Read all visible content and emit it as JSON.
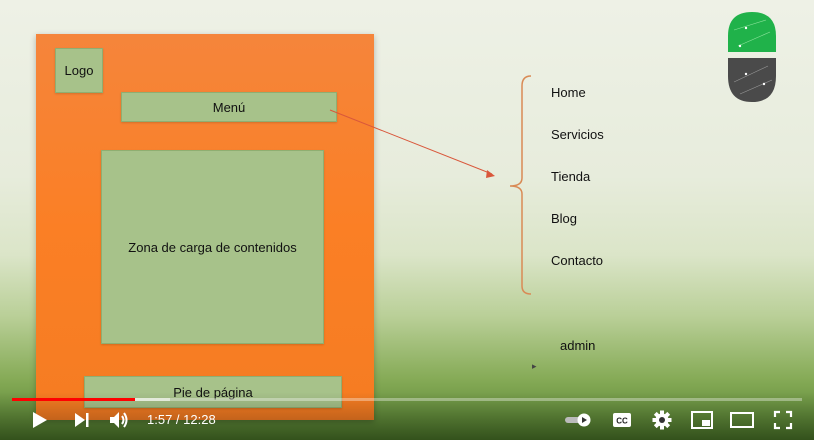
{
  "slide": {
    "logo_label": "Logo",
    "menu_label": "Menú",
    "content_label": "Zona de carga de contenidos",
    "footer_label": "Pie de página",
    "menu_items": [
      "Home",
      "Servicios",
      "Tienda",
      "Blog",
      "Contacto"
    ],
    "admin_label": "admin"
  },
  "player": {
    "current_time": "1:57",
    "duration": "12:28",
    "time_display": "1:57 / 12:28",
    "played_fraction": 0.156,
    "buffered_fraction": 0.2
  },
  "icons": {
    "play": "play-icon",
    "next": "next-icon",
    "volume": "volume-icon",
    "autoplay": "autoplay-toggle-icon",
    "captions": "captions-icon",
    "settings": "gear-icon",
    "miniplayer": "miniplayer-icon",
    "theater": "theater-mode-icon",
    "fullscreen": "fullscreen-icon"
  },
  "colors": {
    "accent": "#ff0000",
    "frame_orange": "#fb7f25",
    "box_green": "#a7c28a"
  }
}
